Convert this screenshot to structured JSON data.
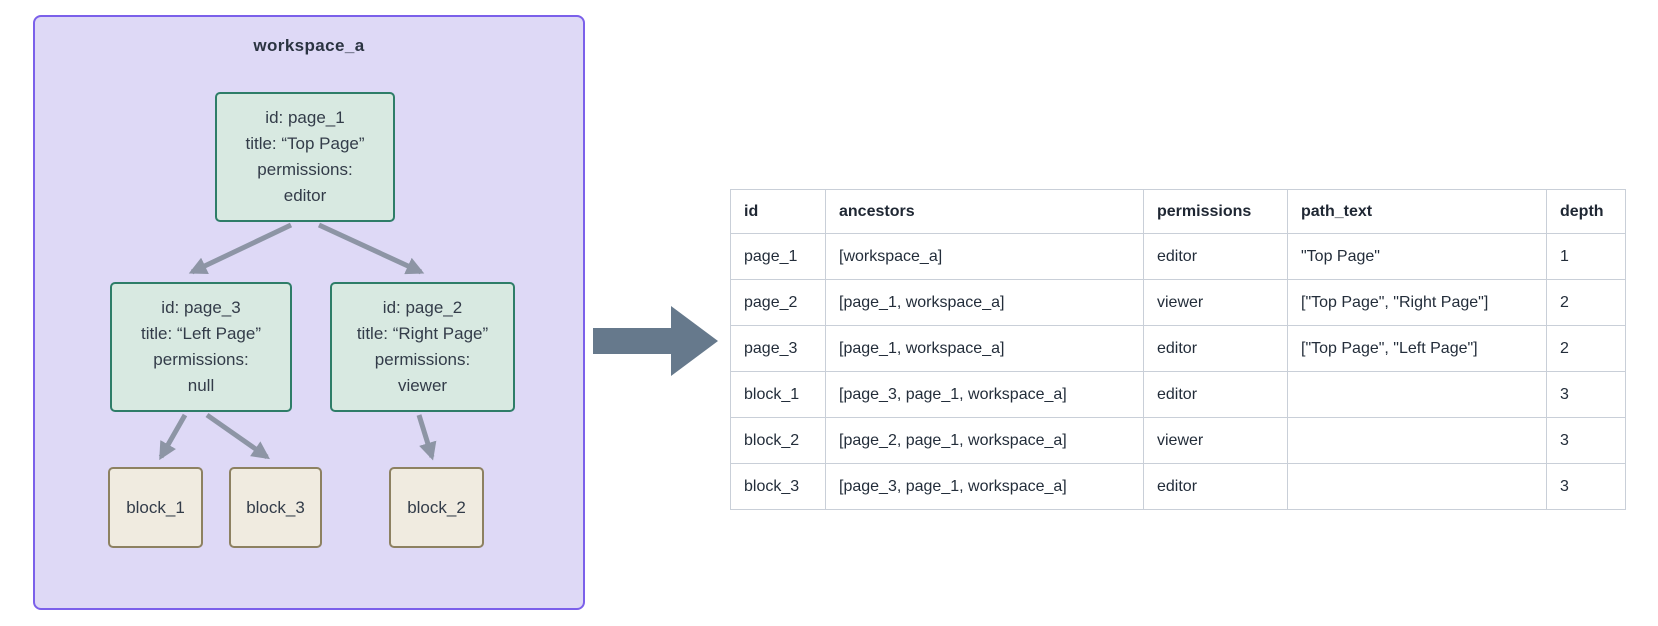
{
  "diagram": {
    "workspace_label": "workspace_a",
    "pages": {
      "page_1": {
        "lines": [
          "id: page_1",
          "title: “Top Page”",
          "permissions:",
          "editor"
        ]
      },
      "page_3": {
        "lines": [
          "id: page_3",
          "title: “Left Page”",
          "permissions:",
          "null"
        ]
      },
      "page_2": {
        "lines": [
          "id: page_2",
          "title: “Right Page”",
          "permissions:",
          "viewer"
        ]
      }
    },
    "blocks": {
      "block_1": {
        "label": "block_1"
      },
      "block_3": {
        "label": "block_3"
      },
      "block_2": {
        "label": "block_2"
      }
    },
    "edges": [
      "page_1 -> page_3",
      "page_1 -> page_2",
      "page_3 -> block_1",
      "page_3 -> block_3",
      "page_2 -> block_2"
    ]
  },
  "table": {
    "columns": [
      "id",
      "ancestors",
      "permissions",
      "path_text",
      "depth"
    ],
    "rows": [
      [
        "page_1",
        "[workspace_a]",
        "editor",
        "\"Top Page\"",
        "1"
      ],
      [
        "page_2",
        "[page_1, workspace_a]",
        "viewer",
        "[\"Top Page\", \"Right Page\"]",
        "2"
      ],
      [
        "page_3",
        "[page_1, workspace_a]",
        "editor",
        "[\"Top Page\", \"Left Page\"]",
        "2"
      ],
      [
        "block_1",
        "[page_3, page_1, workspace_a]",
        "editor",
        "",
        "3"
      ],
      [
        "block_2",
        "[page_2, page_1, workspace_a]",
        "viewer",
        "",
        "3"
      ],
      [
        "block_3",
        "[page_3, page_1, workspace_a]",
        "editor",
        "",
        "3"
      ]
    ]
  },
  "colors": {
    "workspace_fill": "#ded9f6",
    "workspace_border": "#7b60ea",
    "page_fill": "#d8e9e1",
    "page_border": "#2e7d68",
    "block_fill": "#f0ebe0",
    "block_border": "#8d8161",
    "tree_edge": "#8d95a5",
    "flow_arrow": "#66798c",
    "table_border": "#c9cfd8",
    "text": "#2e3644"
  }
}
